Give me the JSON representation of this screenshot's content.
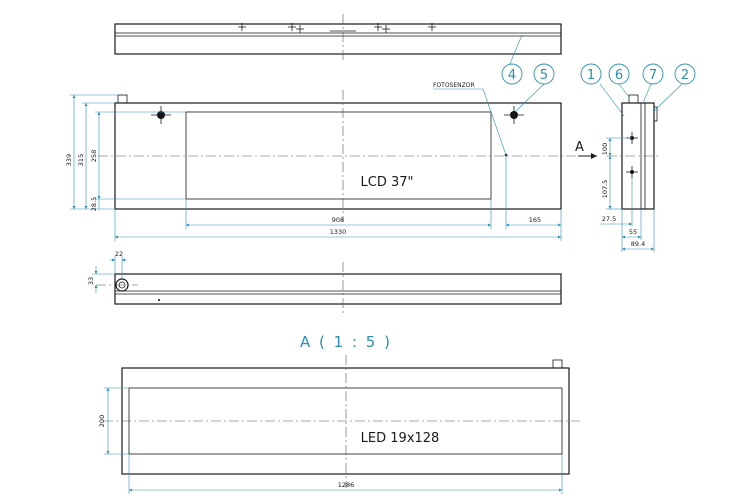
{
  "balloons": [
    "1",
    "6",
    "7",
    "2",
    "4",
    "5"
  ],
  "sensor_label": "FOTOSENZOR",
  "front_view": {
    "screen_label": "LCD 37\"",
    "dims": {
      "h_total": "339",
      "h_body": "315",
      "h_screen": "258",
      "h_bottom": "28.5",
      "w_screen": "908",
      "w_right": "165",
      "w_total": "1330"
    }
  },
  "side_view": {
    "dims": {
      "d1": "100",
      "d2": "107.5",
      "w1": "27.5",
      "w2": "55",
      "w3": "89.4"
    }
  },
  "view_arrow_label": "A",
  "bottom_view": {
    "dims": {
      "d22": "22",
      "d33": "33"
    }
  },
  "detail_view": {
    "title": "A ( 1 : 5 )",
    "screen_label": "LED 19x128",
    "dims": {
      "h": "200",
      "w": "1286"
    }
  }
}
